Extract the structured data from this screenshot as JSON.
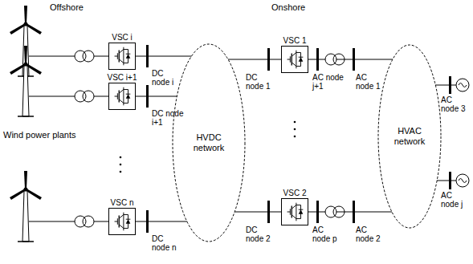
{
  "diagram": {
    "nodes": [
      {
        "text": [
          "VSC i"
        ]
      },
      {
        "text": [
          "VSC i+1"
        ]
      },
      {
        "text": [
          "VSC n"
        ]
      },
      {
        "text": [
          "HVDC network"
        ]
      },
      {
        "text": [
          "VSC 1"
        ]
      },
      {
        "text": [
          "VSC 2"
        ]
      },
      {
        "text": [
          "HVAC network"
        ]
      }
    ],
    "edges": [
      {
        "from": 0,
        "to": 3,
        "arrow": "none"
      },
      {
        "from": 1,
        "to": 3,
        "arrow": "none"
      },
      {
        "from": 2,
        "to": 3,
        "arrow": "none"
      },
      {
        "from": 3,
        "to": 4,
        "arrow": "none"
      },
      {
        "from": 3,
        "to": 5,
        "arrow": "none"
      },
      {
        "from": 4,
        "to": 6,
        "arrow": "none"
      },
      {
        "from": 5,
        "to": 6,
        "arrow": "none"
      }
    ],
    "labels": [
      "Offshore",
      "Onshore",
      "DC node i",
      "DC node i+1",
      "Wind power plants",
      "DC node n",
      "DC node 1",
      "AC node j+1",
      "AC node 1",
      "AC node 3",
      "DC node 2",
      "AC node p",
      "AC node 2",
      "AC node j"
    ]
  }
}
